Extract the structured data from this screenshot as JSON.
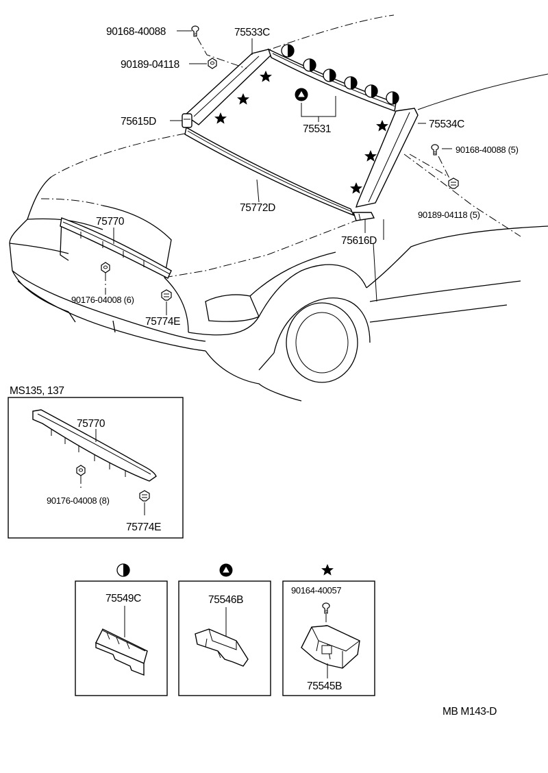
{
  "labels": {
    "p90168_top": "90168-40088",
    "p90189_top": "90189-04118",
    "p75533C": "75533C",
    "p75615D": "75615D",
    "p75531": "75531",
    "p75534C": "75534C",
    "p90168_right": "90168-40088 (5)",
    "p90189_right": "90189-04118 (5)",
    "p75772D": "75772D",
    "p75770_main": "75770",
    "p75616D": "75616D",
    "p90176_main": "90176-04008 (6)",
    "p75774E_main": "75774E"
  },
  "inset": {
    "title": "MS135, 137",
    "p75770": "75770",
    "p90176": "90176-04008 (8)",
    "p75774E": "75774E"
  },
  "legend": {
    "half_circle_part": "75549C",
    "triangle_part": "75546B",
    "star_screw": "90164-40057",
    "star_part": "75545B"
  },
  "footer": {
    "code": "MB  M143-D"
  },
  "icons": {
    "half": "half-circle-icon",
    "triangle": "circled-triangle-icon",
    "star": "star-icon"
  }
}
